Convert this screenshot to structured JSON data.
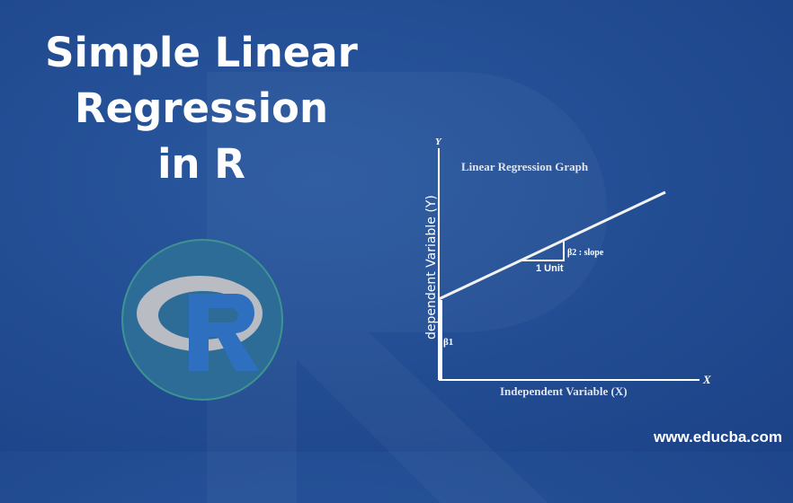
{
  "title": {
    "line1": "Simple Linear",
    "line2": "Regression",
    "line3": "in R"
  },
  "graph": {
    "title": "Linear Regression Graph",
    "y_axis_letter": "Y",
    "x_axis_letter": "X",
    "y_label": "dependent Variable (Y)",
    "x_label": "Independent Variable (X)",
    "intercept_label": "β1",
    "slope_label": "β2 : slope",
    "unit_label": "1 Unit"
  },
  "logo": {
    "letter": "R"
  },
  "website": "www.educba.com",
  "colors": {
    "background": "#224c92",
    "logo_circle": "#2e6c98",
    "logo_ring": "#b9bcc2",
    "logo_r": "#2f6fbf"
  }
}
